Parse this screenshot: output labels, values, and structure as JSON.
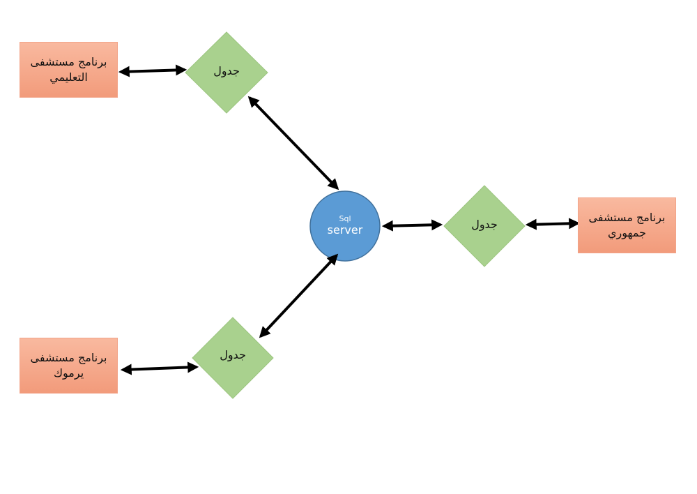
{
  "colors": {
    "box_fill": "#f4a88b",
    "diamond_fill": "#a9d18e",
    "diamond_stroke": "#9cc580",
    "circle_fill": "#5b9bd5",
    "circle_stroke": "#41719c",
    "connector": "#000000"
  },
  "nodes": {
    "hospital_teaching": "برنامج مستشفى التعليمي",
    "hospital_jumhouri": "برنامج مستشفى جمهوري",
    "hospital_yarmouk": "برنامج مستشفى يرموك",
    "table_top": "جدول",
    "table_right": "جدول",
    "table_bottom": "جدول",
    "server_line1": "Sql",
    "server_line2": "server"
  }
}
